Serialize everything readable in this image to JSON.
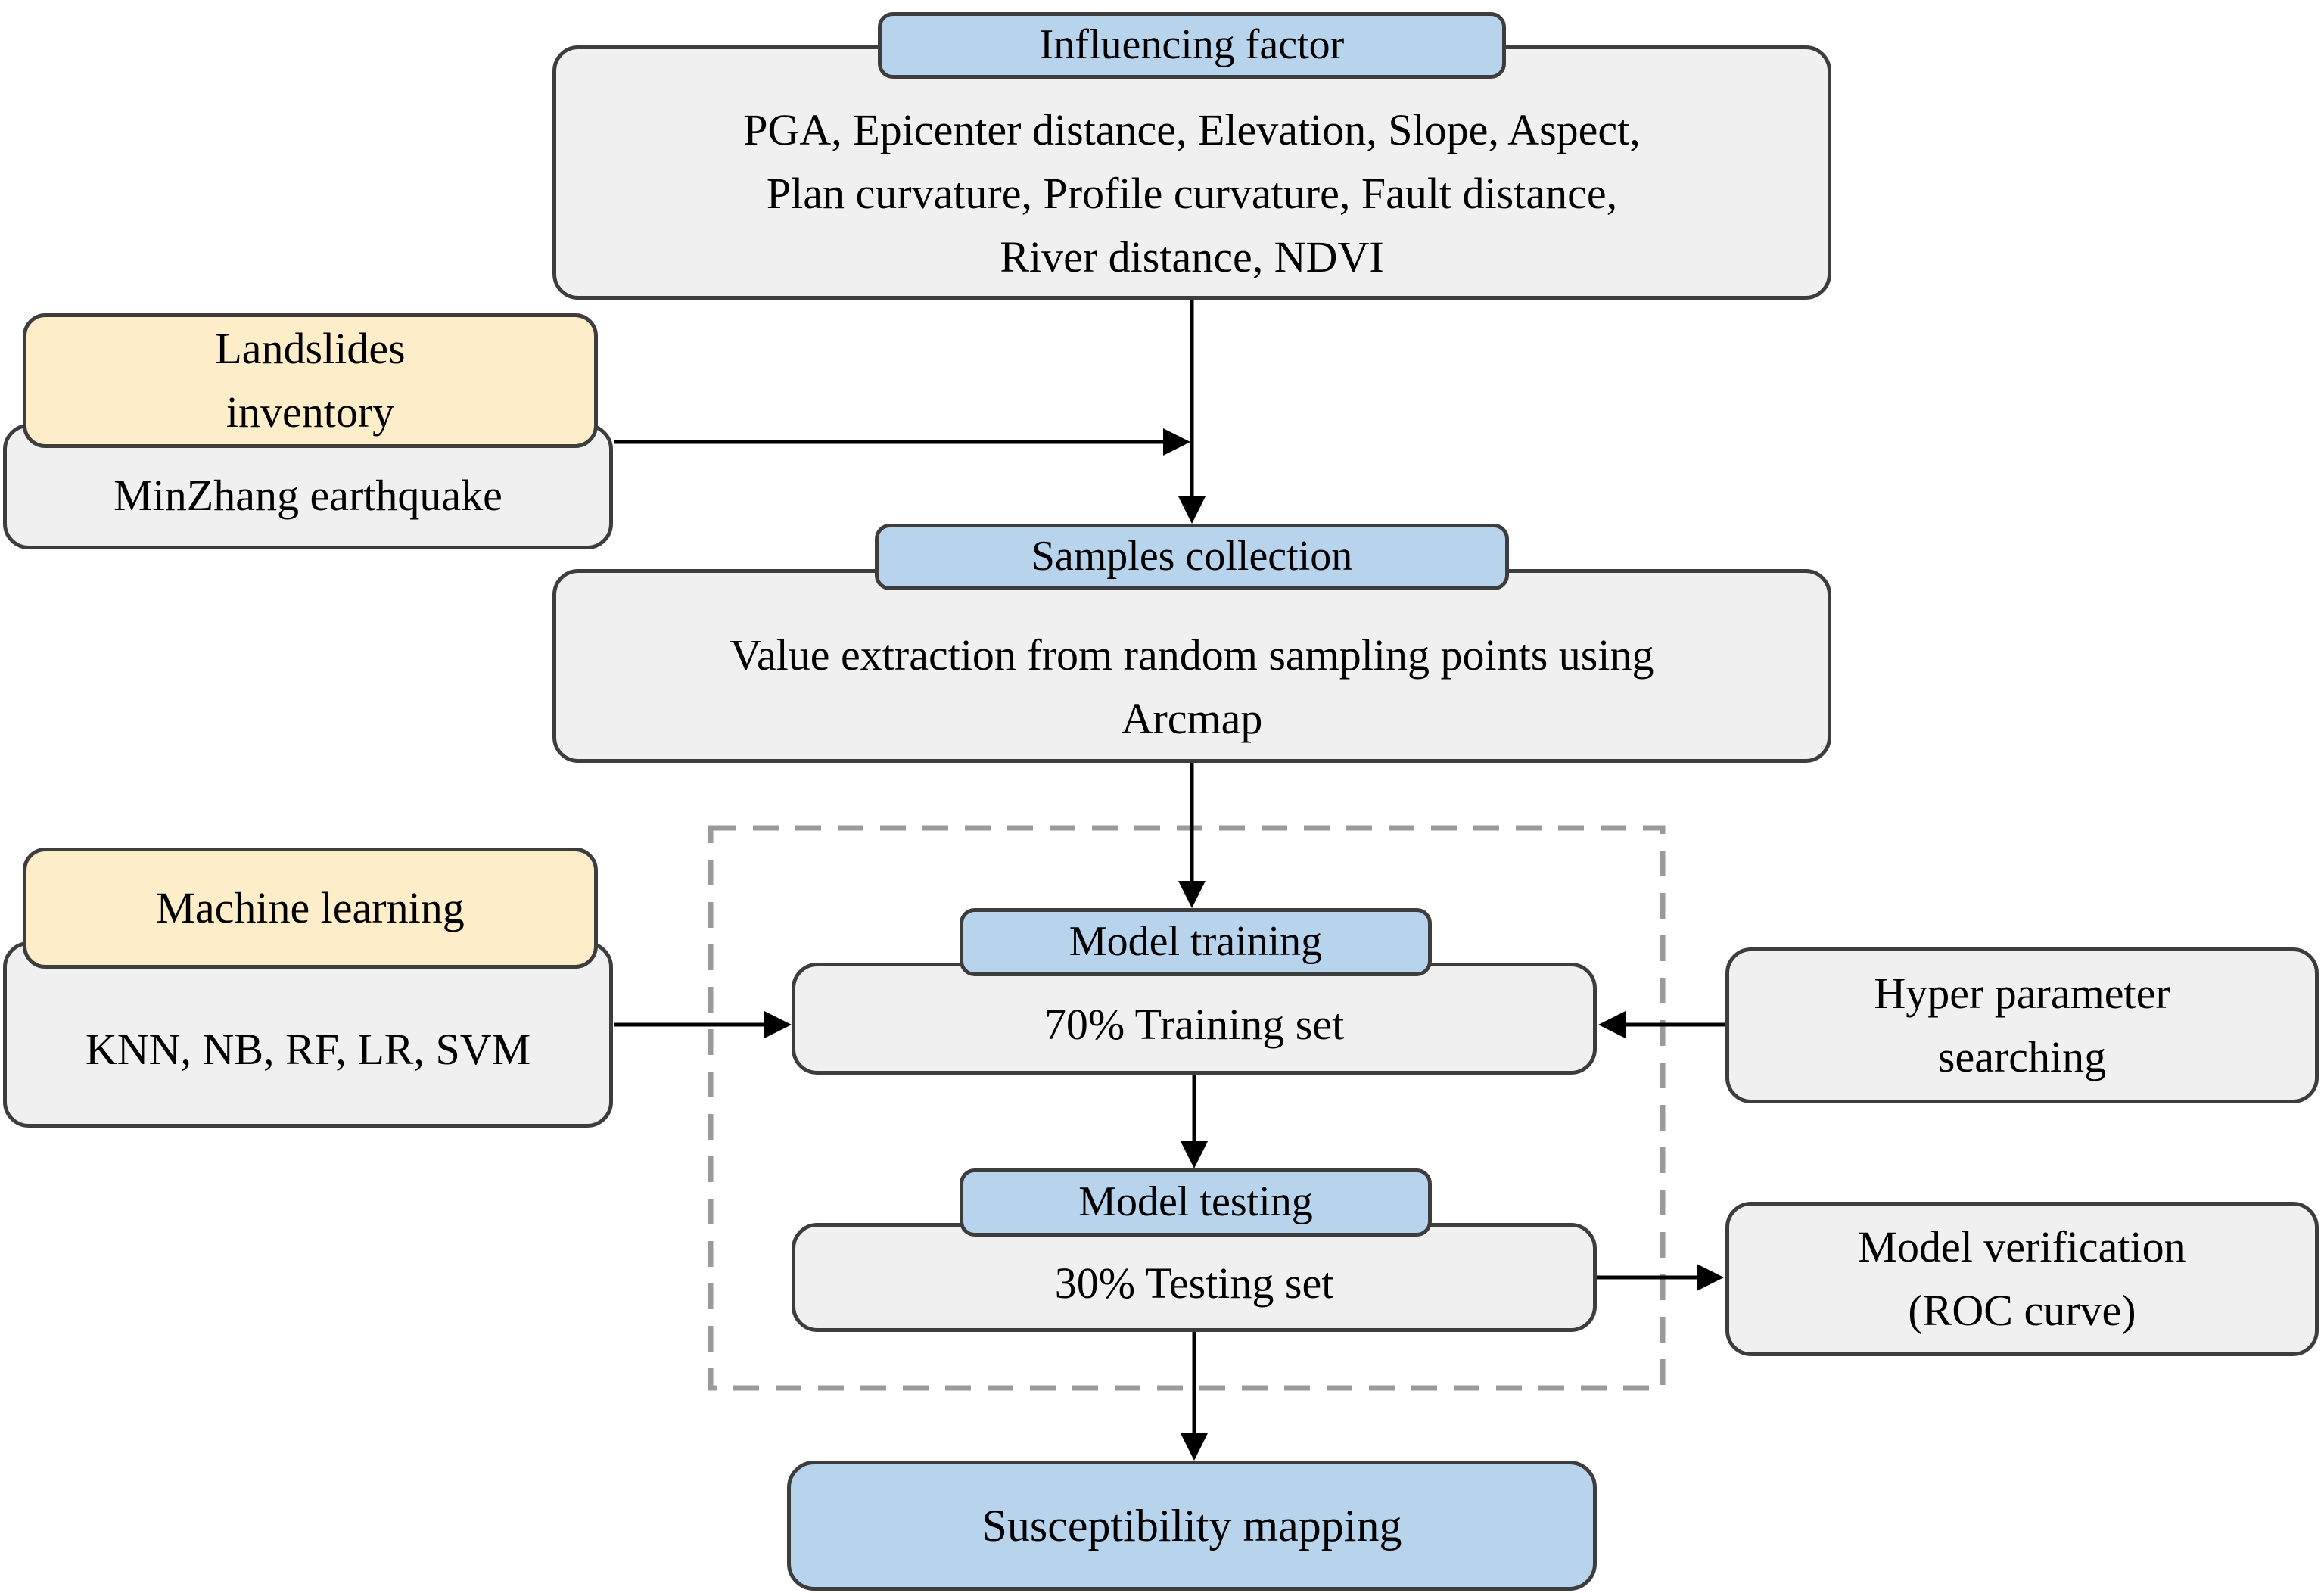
{
  "influencing": {
    "title": "Influencing factor",
    "body": "PGA, Epicenter distance, Elevation, Slope, Aspect,\nPlan curvature, Profile curvature, Fault distance,\nRiver distance, NDVI"
  },
  "landslides": {
    "title": "Landslides\ninventory",
    "subtitle": "MinZhang earthquake"
  },
  "samples": {
    "title": "Samples collection",
    "body": "Value extraction from random sampling points using\nArcmap"
  },
  "machine_learning": {
    "title": "Machine learning",
    "subtitle": "KNN, NB, RF, LR, SVM"
  },
  "model_training": {
    "title": "Model training",
    "body": "70% Training set"
  },
  "hyper_parameter": {
    "label": "Hyper parameter\nsearching"
  },
  "model_testing": {
    "title": "Model testing",
    "body": "30% Testing set"
  },
  "model_verification": {
    "label": "Model verification\n(ROC curve)"
  },
  "susceptibility": {
    "label": "Susceptibility mapping"
  },
  "colors": {
    "badge_blue": "#b8d4ec",
    "box_gray": "#f0f0f1",
    "box_yellow": "#fdeec9",
    "border": "#3d3d3d",
    "dashed_border": "#9a9a9a",
    "arrow": "#000000"
  }
}
